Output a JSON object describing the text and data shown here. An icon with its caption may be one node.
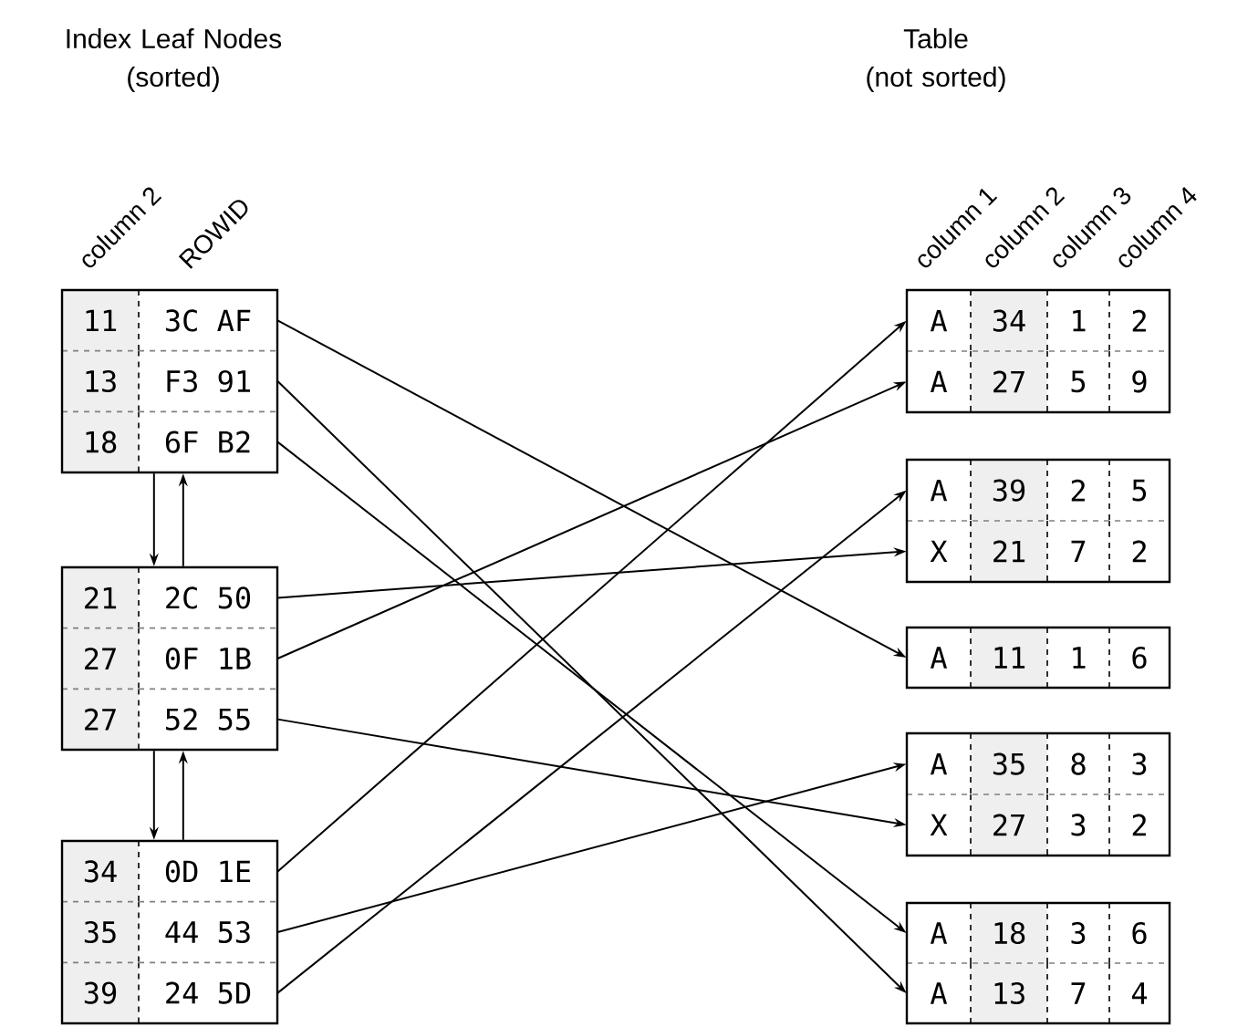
{
  "diagram": {
    "nodes": [
      {
        "text": [],
        "shape": "box"
      },
      {
        "text": [
          "11",
          "3C AF"
        ],
        "in": 0
      },
      {
        "text": [
          "13",
          "F3 91"
        ],
        "in": 0
      },
      {
        "text": [
          "18",
          "6F B2"
        ],
        "in": 0
      },
      {
        "text": [],
        "shape": "box"
      },
      {
        "text": [
          "21",
          "2C 50"
        ],
        "in": 4
      },
      {
        "text": [
          "27",
          "0F 1B"
        ],
        "in": 4
      },
      {
        "text": [
          "27",
          "52 55"
        ],
        "in": 4
      },
      {
        "text": [],
        "shape": "box"
      },
      {
        "text": [
          "34",
          "0D 1E"
        ],
        "in": 8
      },
      {
        "text": [
          "35",
          "44 53"
        ],
        "in": 8
      },
      {
        "text": [
          "39",
          "24 5D"
        ],
        "in": 8
      },
      {
        "text": [],
        "shape": "box"
      },
      {
        "text": [
          "A",
          "34",
          "1",
          "2"
        ],
        "in": 12
      },
      {
        "text": [
          "A",
          "27",
          "5",
          "9"
        ],
        "in": 12
      },
      {
        "text": [],
        "shape": "box"
      },
      {
        "text": [
          "A",
          "39",
          "2",
          "5"
        ],
        "in": 15
      },
      {
        "text": [
          "X",
          "21",
          "7",
          "2"
        ],
        "in": 15
      },
      {
        "text": [],
        "shape": "box"
      },
      {
        "text": [
          "A",
          "11",
          "1",
          "6"
        ],
        "in": 18
      },
      {
        "text": [],
        "shape": "box"
      },
      {
        "text": [
          "A",
          "35",
          "8",
          "3"
        ],
        "in": 20
      },
      {
        "text": [
          "X",
          "27",
          "3",
          "2"
        ],
        "in": 20
      },
      {
        "text": [],
        "shape": "box"
      },
      {
        "text": [
          "A",
          "18",
          "3",
          "6"
        ],
        "in": 23
      },
      {
        "text": [
          "A",
          "13",
          "7",
          "4"
        ],
        "in": 23
      }
    ],
    "edges": [
      {
        "from": 1,
        "to": 19,
        "arrow": "to"
      },
      {
        "from": 2,
        "to": 25,
        "arrow": "to"
      },
      {
        "from": 3,
        "to": 24,
        "arrow": "to"
      },
      {
        "from": 5,
        "to": 17,
        "arrow": "to"
      },
      {
        "from": 6,
        "to": 14,
        "arrow": "to"
      },
      {
        "from": 7,
        "to": 22,
        "arrow": "to"
      },
      {
        "from": 9,
        "to": 13,
        "arrow": "to"
      },
      {
        "from": 10,
        "to": 21,
        "arrow": "to"
      },
      {
        "from": 11,
        "to": 16,
        "arrow": "to"
      },
      {
        "from": 0,
        "to": 4,
        "arrow": "to"
      },
      {
        "from": 4,
        "to": 0,
        "arrow": "to"
      },
      {
        "from": 4,
        "to": 8,
        "arrow": "to"
      },
      {
        "from": 8,
        "to": 4,
        "arrow": "to"
      }
    ],
    "labels": [
      "Index Leaf Nodes (sorted)",
      "Table (not sorted)",
      "column 2",
      "ROWID",
      "column 1",
      "column 2",
      "column 3",
      "column 4"
    ]
  }
}
